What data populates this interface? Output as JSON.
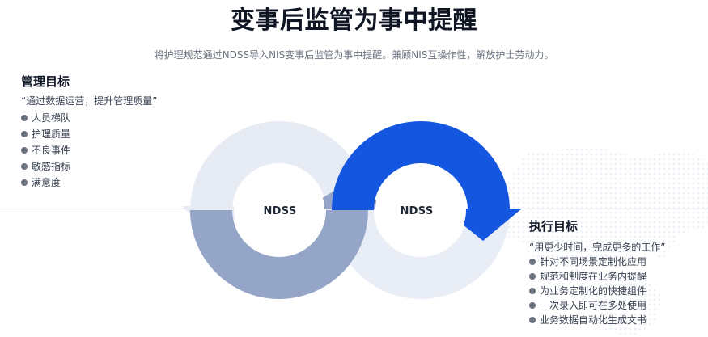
{
  "title": "变事后监管为事中提醒",
  "subtitle": "将护理规范通过NDSS导入NIS变事后监管为事中提醒。兼顾NIS互操作性，解放护士劳动力。",
  "management": {
    "title": "管理目标",
    "quote": "“通过数据运营，提升管理质量”",
    "items": [
      "人员梯队",
      "护理质量",
      "不良事件",
      "敏感指标",
      "满意度"
    ]
  },
  "execution": {
    "title": "执行目标",
    "quote": "“用更少时间，完成更多的工作”",
    "items": [
      "针对不同场景定制化应用",
      "规范和制度在业务内提醒",
      "为业务定制化的快捷组件",
      "一次录入即可在多处使用",
      "业务数据自动化生成文书"
    ]
  },
  "diagram": {
    "left_label": "NDSS",
    "right_label": "NDSS",
    "colors": {
      "left_light": "#e6ebf4",
      "left_arrow": "#94a5c8",
      "right_blue": "#1456e0",
      "right_light": "#e9edf6",
      "dot_map": "#eef1f6"
    }
  }
}
